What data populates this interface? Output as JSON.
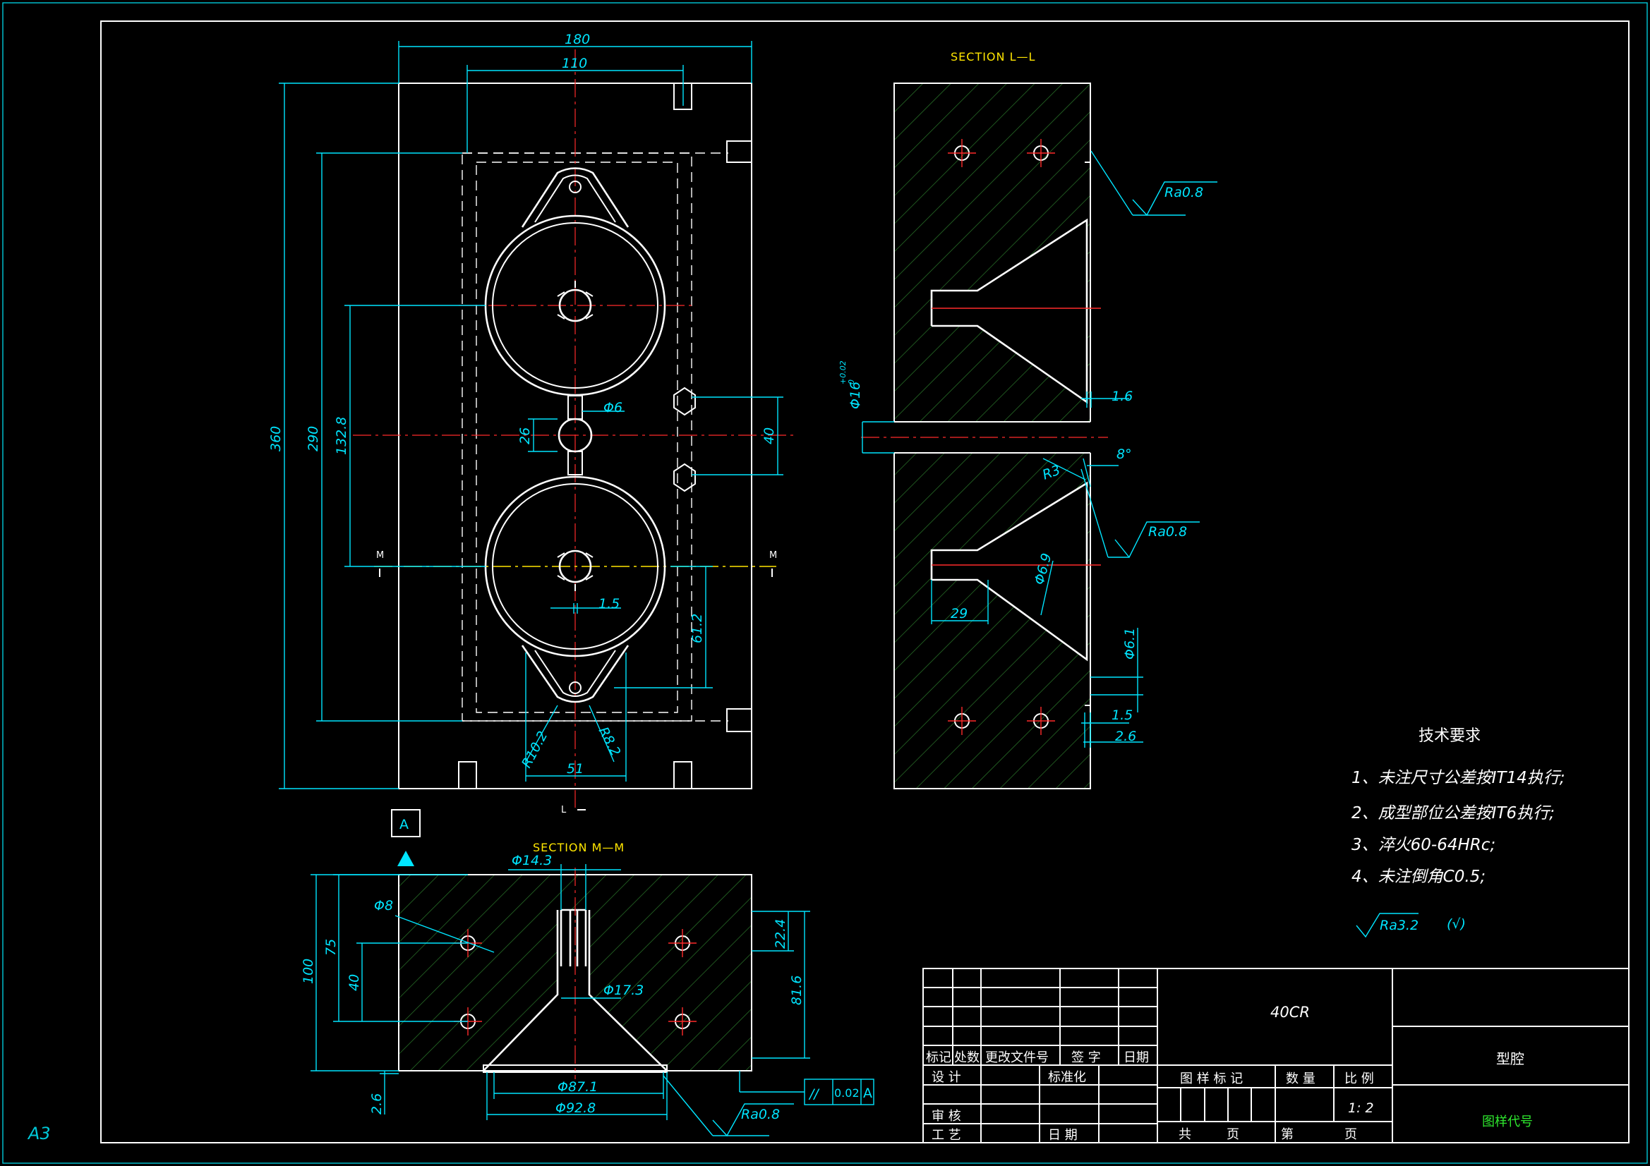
{
  "sheet": {
    "size_label": "A3"
  },
  "plan_view": {
    "dims": {
      "width_180": "180",
      "width_110": "110",
      "height_360": "360",
      "height_290": "290",
      "height_132_8": "132.8",
      "gap_26": "26",
      "gap_40": "40",
      "dia_6": "Φ6",
      "width_1_5": "1.5",
      "height_61_2": "61.2",
      "radius_10_2": "R10.2",
      "radius_8_2": "R8.2",
      "width_51": "51"
    },
    "section_marks": {
      "m_left": "M",
      "m_right": "M",
      "l_bottom": "L"
    }
  },
  "section_ll": {
    "title": "SECTION L—L",
    "dims": {
      "rough_top": "Ra0.8",
      "rough_mid": "Ra0.8",
      "dia_16": "Φ16",
      "tol_upper": "+0.02",
      "tol_lower": "0",
      "dim_1_6": "1.6",
      "angle_8": "8°",
      "radius_3": "R3",
      "dia_6_9": "Φ6.9",
      "dim_29": "29",
      "dia_6_1": "Φ6.1",
      "dim_1_5": "1.5",
      "dim_2_6": "2.6"
    }
  },
  "section_mm": {
    "title": "SECTION M—M",
    "datum": "A",
    "dims": {
      "dia_14_3": "Φ14.3",
      "dia_8": "Φ8",
      "dim_100": "100",
      "dim_75": "75",
      "dim_40": "40",
      "dim_22_4": "22.4",
      "dim_81_6": "81.6",
      "dia_17_3": "Φ17.3",
      "dia_87_1": "Φ87.1",
      "dia_92_8": "Φ92.8",
      "dim_2_6": "2.6",
      "rough": "Ra0.8"
    },
    "tolerance_frame": {
      "symbol": "//",
      "value": "0.02",
      "datum": "A"
    }
  },
  "tech_requirements": {
    "heading": "技术要求",
    "items": [
      "1、未注尺寸公差按IT14执行;",
      "2、成型部位公差按IT6执行;",
      "3、淬火60-64HRc;",
      "4、未注倒角C0.5;"
    ],
    "rough_general": "Ra3.2",
    "rough_other": "(√)"
  },
  "title_block": {
    "material": "40CR",
    "part_name": "型腔",
    "drawing_no_label": "图样代号",
    "header_labels": [
      "标记",
      "处数",
      "更改文件号",
      "签 字",
      "日期"
    ],
    "design": "设 计",
    "standardize": "标准化",
    "review": "审 核",
    "process": "工 艺",
    "date": "日 期",
    "sample_mark": "图 样 标 记",
    "quantity": "数 量",
    "scale_label": "比 例",
    "scale_value": "1: 2",
    "total": "共",
    "page1": "页",
    "sheet_no": "第",
    "page2": "页"
  },
  "colors": {
    "outline": "#ffffff",
    "dimension": "#00e5ff",
    "centerline": "#ff2a2a",
    "hatch": "#2b7a2b",
    "section_label": "#ffe600",
    "drawing_no": "#2ee82e"
  }
}
